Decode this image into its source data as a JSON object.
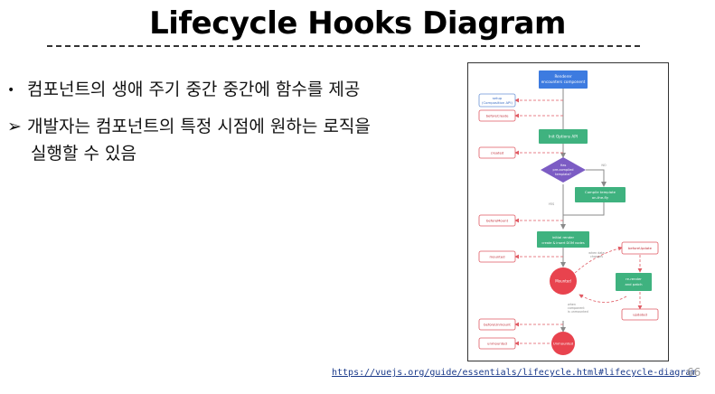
{
  "slide": {
    "title": "Lifecycle Hooks Diagram",
    "bullets": [
      {
        "marker": "•",
        "text": "컴포넌트의 생애 주기 중간 중간에 함수를 제공"
      },
      {
        "marker": "➢",
        "text_line1": "개발자는 컴포넌트의 특정 시점에 원하는 로직을",
        "text_line2": "실행할 수 있음"
      }
    ],
    "source_link": "https://vuejs.org/guide/essentials/lifecycle.html#lifecycle-diagram",
    "page_number": "66"
  },
  "diagram": {
    "nodes": {
      "renderer": [
        "Renderer",
        "encounters component"
      ],
      "setup": [
        "setup",
        "(Composition API)"
      ],
      "before_create": "beforeCreate",
      "init_options": "Init Options API",
      "created": "created",
      "decision": [
        "Has",
        "pre-compiled",
        "template?"
      ],
      "compile": [
        "Compile template",
        "on-the-fly"
      ],
      "before_mount": "beforeMount",
      "initial_render": [
        "initial render",
        "create & insert DOM nodes"
      ],
      "mounted": "mounted",
      "mounted_state": "Mounted",
      "before_update": "beforeUpdate",
      "rerender": [
        "re-render",
        "and patch"
      ],
      "updated": "updated",
      "before_unmount": "beforeUnmount",
      "unmounted": "unmounted",
      "unmounted_state": "Unmounted"
    },
    "edge_labels": {
      "no": "NO",
      "yes": "YES",
      "data_changes": [
        "when data",
        "changes"
      ],
      "unmount": [
        "when",
        "component",
        "is unmounted"
      ]
    },
    "colors": {
      "blue": "#3d7be0",
      "green": "#3fb27f",
      "purple": "#7c5cc4",
      "red": "#e8434e",
      "hook_border": "#e05a63",
      "setup_border": "#6b93d6"
    }
  }
}
